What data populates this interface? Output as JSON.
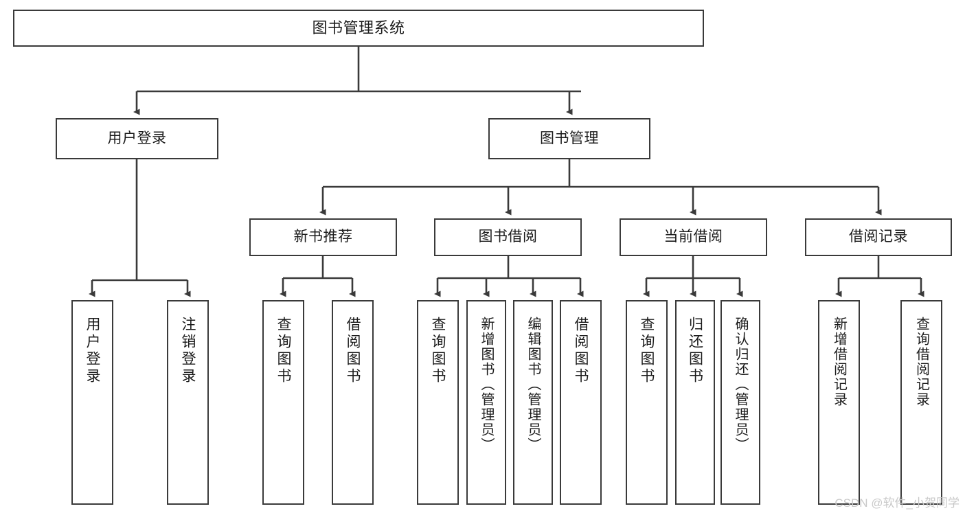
{
  "diagram": {
    "type": "tree",
    "title": "图书管理系统",
    "stroke_color": "#3a3a3a",
    "fill_color": "#ffffff",
    "text_color": "#1b1b1b",
    "nodes": {
      "root": {
        "label": "图书管理系统"
      },
      "level2": [
        {
          "label": "用户登录"
        },
        {
          "label": "图书管理"
        }
      ],
      "level3": [
        {
          "label": "新书推荐"
        },
        {
          "label": "图书借阅"
        },
        {
          "label": "当前借阅"
        },
        {
          "label": "借阅记录"
        }
      ],
      "leaves_user_login": [
        {
          "label": "用户登录"
        },
        {
          "label": "注销登录"
        }
      ],
      "leaves_new_book": [
        {
          "label": "查询图书"
        },
        {
          "label": "借阅图书"
        }
      ],
      "leaves_borrow": [
        {
          "label": "查询图书"
        },
        {
          "label": "新增图书（管理员）"
        },
        {
          "label": "编辑图书（管理员）"
        },
        {
          "label": "借阅图书"
        }
      ],
      "leaves_current": [
        {
          "label": "查询图书"
        },
        {
          "label": "归还图书"
        },
        {
          "label": "确认归还（管理员）"
        }
      ],
      "leaves_records": [
        {
          "label": "新增借阅记录"
        },
        {
          "label": "查询借阅记录"
        }
      ]
    }
  },
  "watermark": {
    "text": "CSDN @软件_小贺同学"
  }
}
